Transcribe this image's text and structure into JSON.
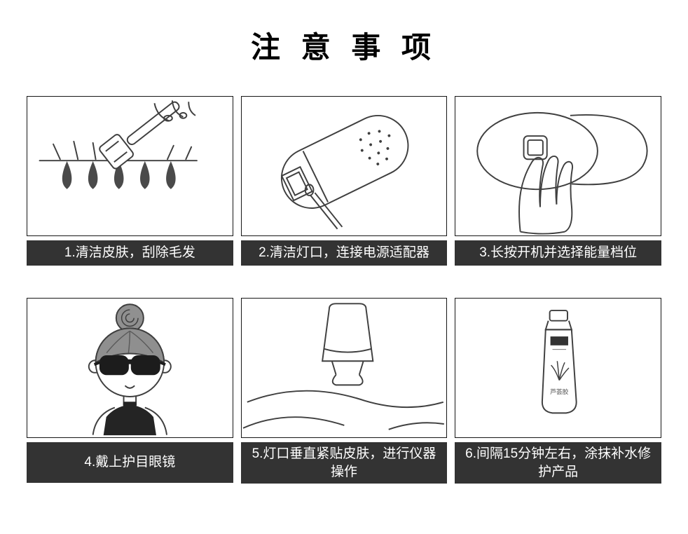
{
  "page": {
    "title": "注 意 事 项",
    "background_color": "#ffffff",
    "caption_bar_color": "#333333",
    "caption_text_color": "#ffffff",
    "line_art_color": "#3f3f3f"
  },
  "steps": [
    {
      "caption": "1.清洁皮肤，刮除毛发",
      "illustration": "razor-shaving-skin"
    },
    {
      "caption": "2.清洁灯口，连接电源适配器",
      "illustration": "cleaning-lamp-window-with-swab"
    },
    {
      "caption": "3.长按开机并选择能量档位",
      "illustration": "hand-pressing-power-button"
    },
    {
      "caption": "4.戴上护目眼镜",
      "illustration": "girl-wearing-protective-goggles"
    },
    {
      "caption": "5.灯口垂直紧贴皮肤，进行仪器操作",
      "illustration": "device-perpendicular-on-skin"
    },
    {
      "caption": "6.间隔15分钟左右，涂抹补水修护产品",
      "illustration": "moisturizer-tube",
      "tube_label": "芦荟胶"
    }
  ]
}
